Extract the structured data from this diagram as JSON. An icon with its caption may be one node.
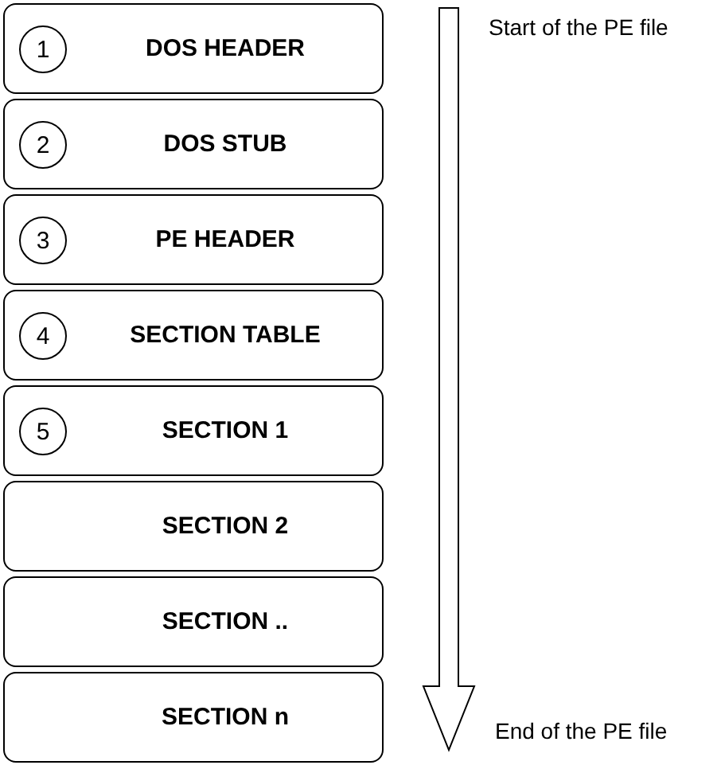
{
  "diagram": {
    "nodes": [
      {
        "text": [
          "DOS HEADER"
        ]
      },
      {
        "text": [
          "1"
        ],
        "in": 0
      },
      {
        "text": [
          "DOS STUB"
        ]
      },
      {
        "text": [
          "2"
        ],
        "in": 2
      },
      {
        "text": [
          "PE HEADER"
        ]
      },
      {
        "text": [
          "3"
        ],
        "in": 4
      },
      {
        "text": [
          "SECTION TABLE"
        ]
      },
      {
        "text": [
          "4"
        ],
        "in": 6
      },
      {
        "text": [
          "SECTION 1"
        ]
      },
      {
        "text": [
          "5"
        ],
        "in": 8
      },
      {
        "text": [
          "SECTION 2"
        ]
      },
      {
        "text": [
          "SECTION .."
        ]
      },
      {
        "text": [
          "SECTION n"
        ]
      }
    ],
    "labels": [
      "Start of the PE file",
      "End of the PE file"
    ]
  }
}
